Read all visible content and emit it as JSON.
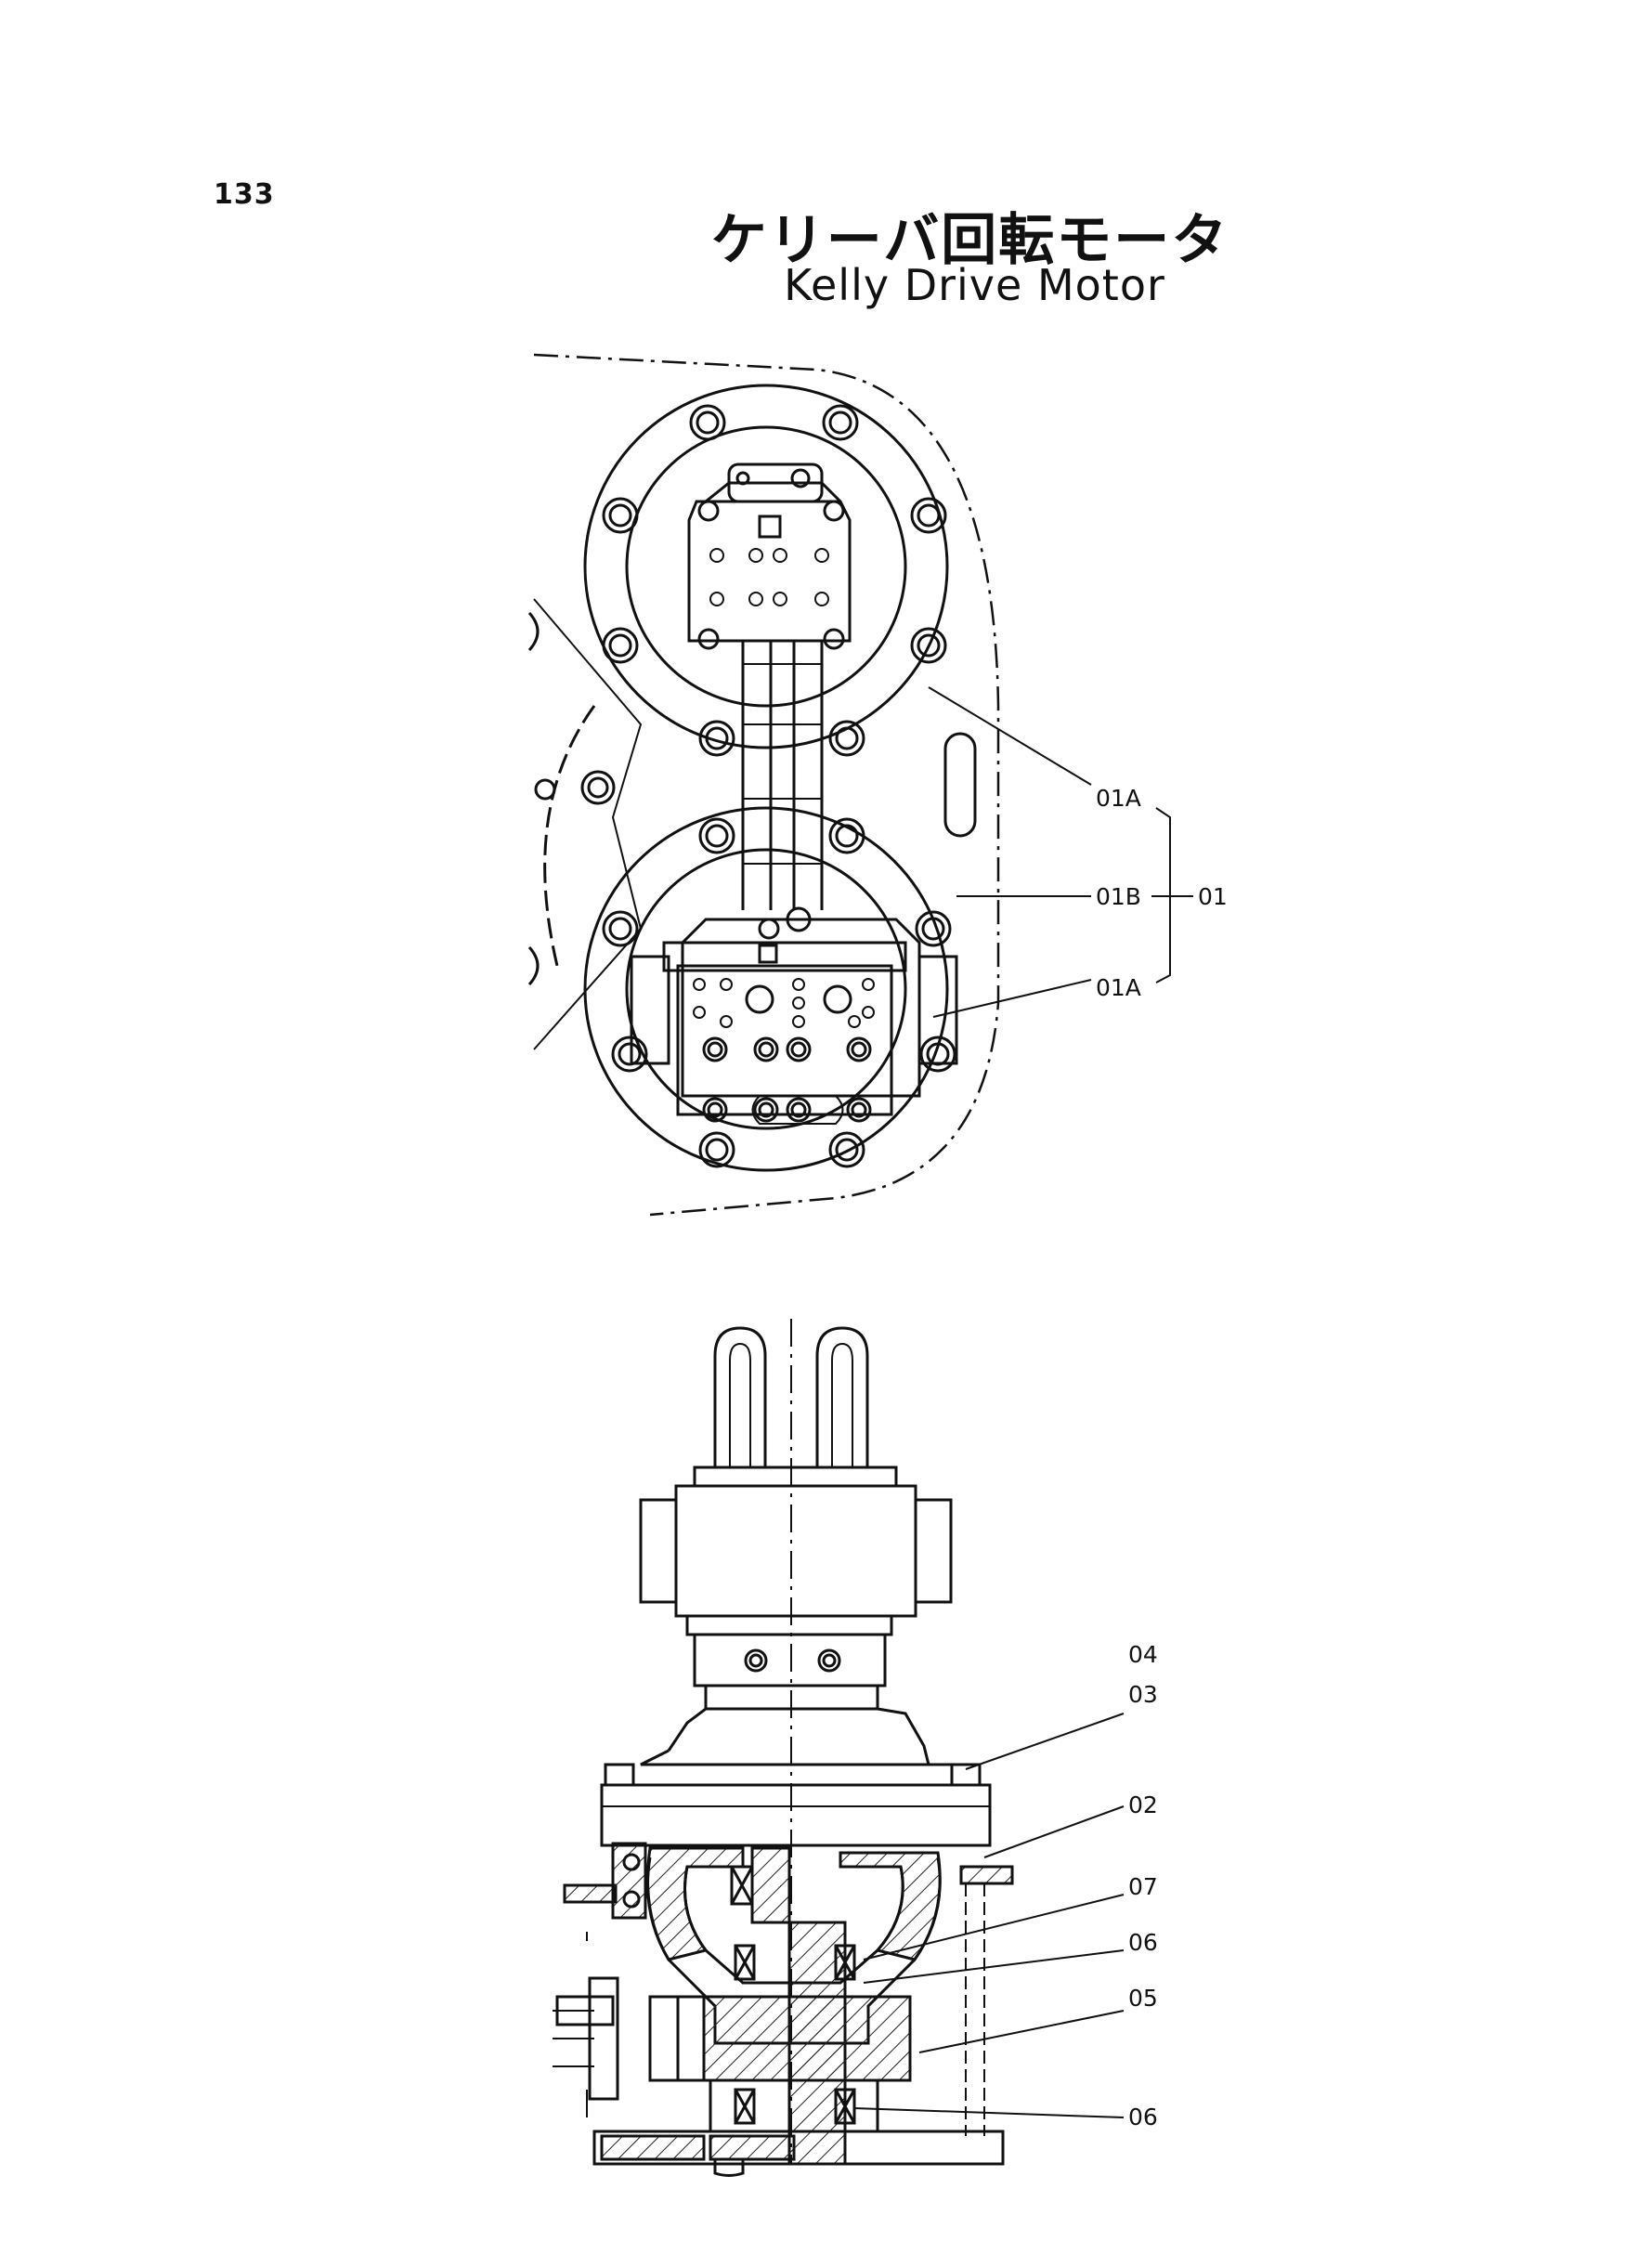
{
  "page_number": "133",
  "title_jp": "ケリーバ回転モータ",
  "title_en": "Kelly Drive Motor",
  "callouts": {
    "c01A_top": "01A",
    "c01B": "01B",
    "c01": "01",
    "c01A_bottom": "01A",
    "c04": "04",
    "c03": "03",
    "c02": "02",
    "c07": "07",
    "c06_upper": "06",
    "c05": "05",
    "c06_lower": "06"
  }
}
